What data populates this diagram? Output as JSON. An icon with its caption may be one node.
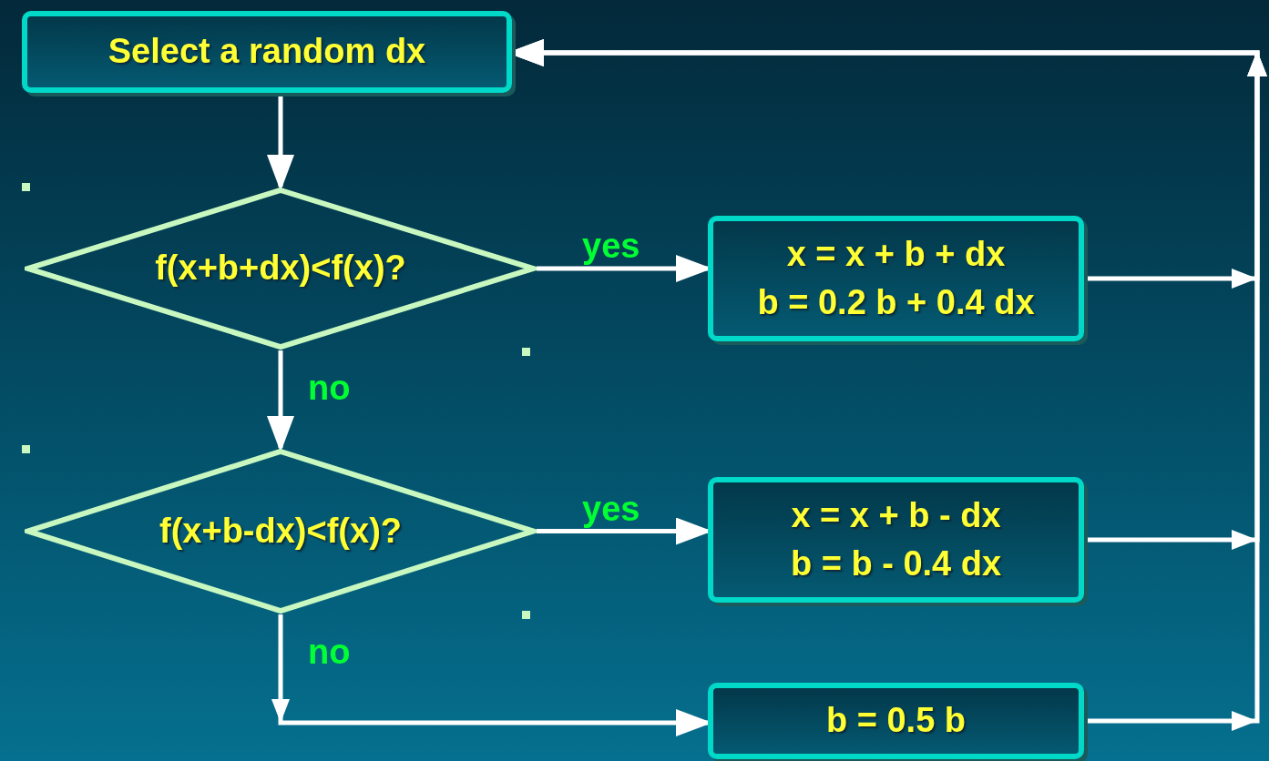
{
  "diagram": {
    "nodes": [
      {
        "text": [
          "Select a random dx"
        ]
      },
      {
        "text": [
          "f(x+b+dx)<f(x)?"
        ]
      },
      {
        "text": [
          "x = x + b + dx",
          "b = 0.2 b + 0.4 dx"
        ]
      },
      {
        "text": [
          "f(x+b-dx)<f(x)?"
        ]
      },
      {
        "text": [
          "x = x + b - dx",
          "b = b - 0.4 dx"
        ]
      },
      {
        "text": [
          "b = 0.5 b"
        ]
      }
    ],
    "edges": [
      {
        "from": 0,
        "to": 1,
        "arrow": "to"
      },
      {
        "from": 1,
        "to": 2,
        "arrow": "to",
        "label": "yes"
      },
      {
        "from": 1,
        "to": 3,
        "arrow": "to",
        "label": "no"
      },
      {
        "from": 3,
        "to": 4,
        "arrow": "to",
        "label": "yes"
      },
      {
        "from": 3,
        "to": 5,
        "arrow": "to",
        "label": "no"
      },
      {
        "from": 2,
        "to": 0,
        "arrow": "to"
      },
      {
        "from": 4,
        "to": 0,
        "arrow": "to"
      },
      {
        "from": 5,
        "to": 0,
        "arrow": "to"
      }
    ]
  }
}
